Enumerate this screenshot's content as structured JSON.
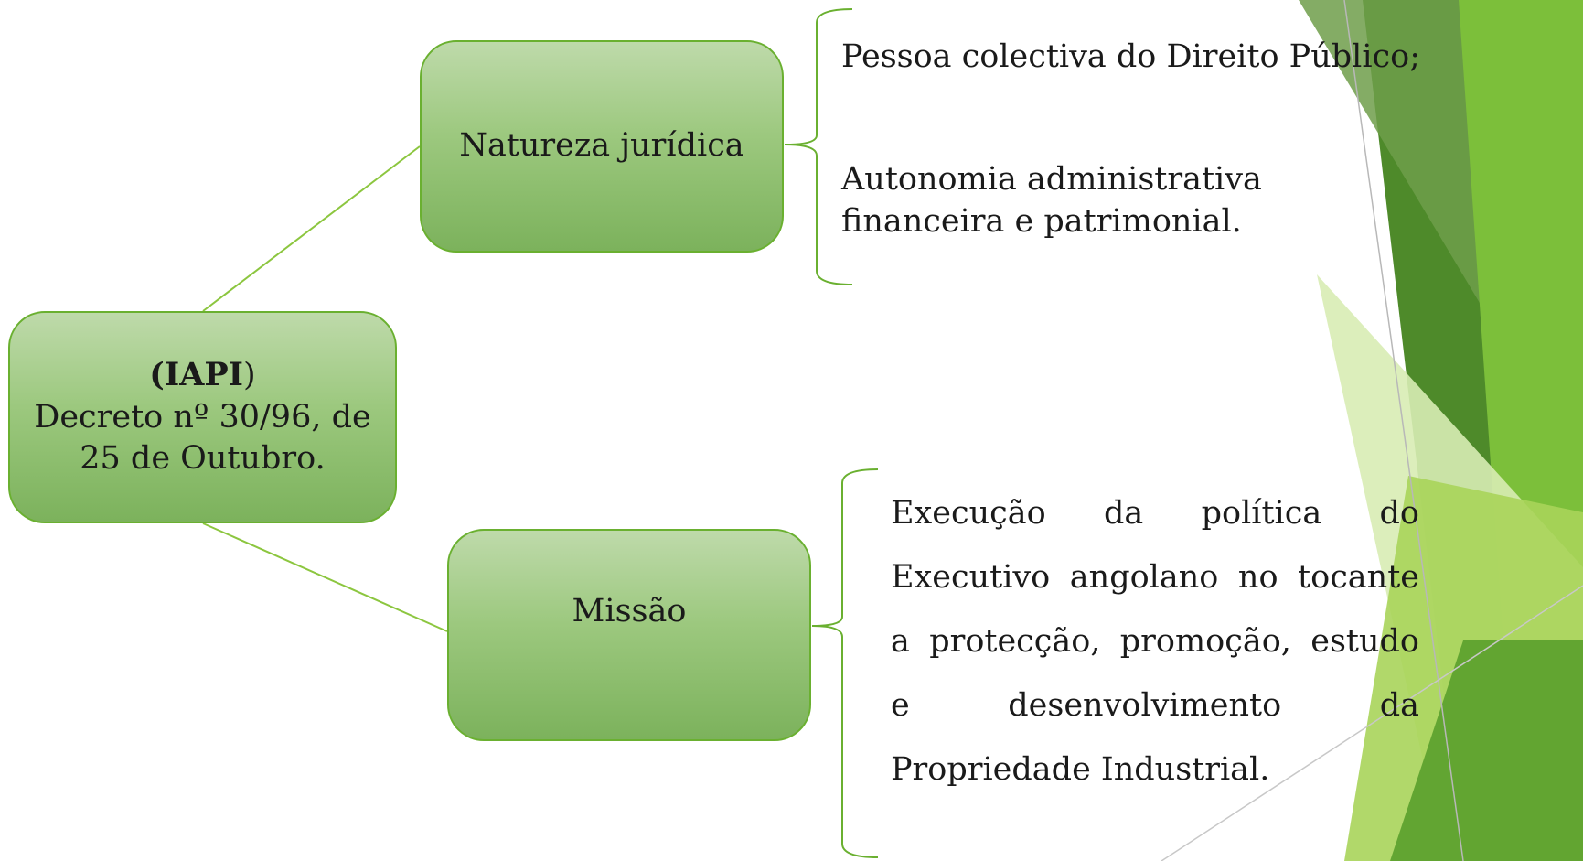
{
  "colors": {
    "accent_green": "#6ab030",
    "box_top": "#bedaaa",
    "box_bottom": "#7cb25c",
    "decor_dark": "#4e8a2a",
    "decor_light": "#d8ecb4"
  },
  "main": {
    "title_open": "(IAPI",
    "title_close": ")",
    "line1": "Decreto nº 30/96, de",
    "line2": "25 de Outubro."
  },
  "natureza": {
    "label": "Natureza jurídica",
    "items": [
      "Pessoa colectiva do Direito Público;",
      "Autonomia administrativa financeira e patrimonial."
    ]
  },
  "missao": {
    "label": "Missão",
    "text": "Execução da  política do Executivo angolano no tocante a protecção, promoção, estudo e desenvolvimento da Propriedade Industrial."
  }
}
